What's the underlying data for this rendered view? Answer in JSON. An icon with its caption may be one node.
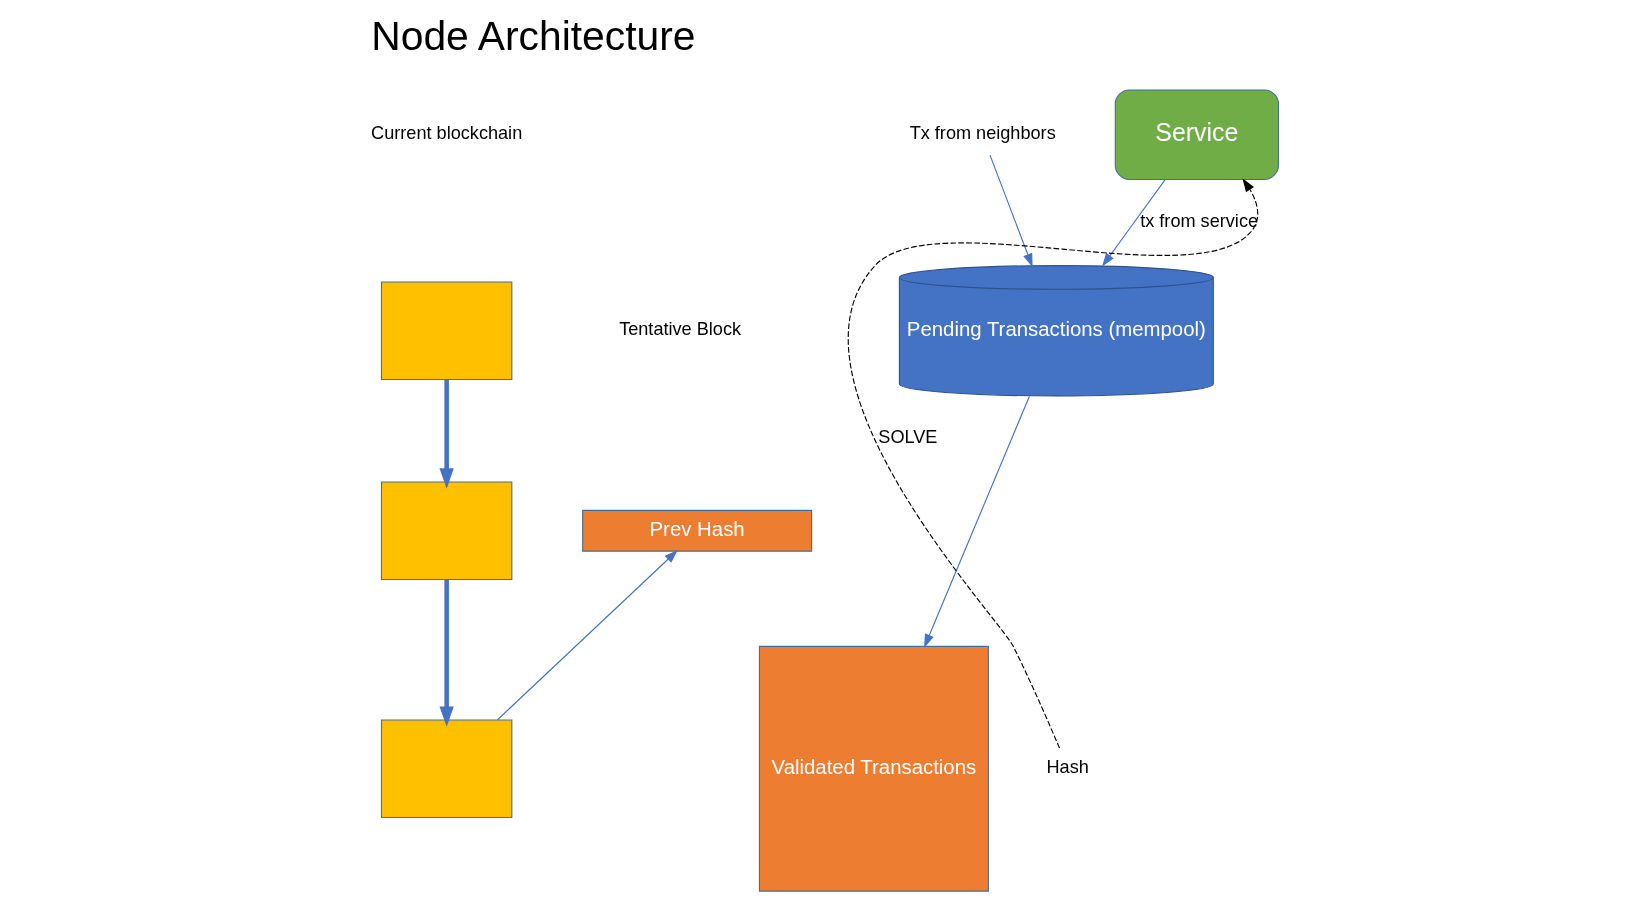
{
  "diagram": {
    "title": "Node Architecture",
    "nodes": [
      {
        "text": [
          "Tx from neighbors"
        ]
      },
      {
        "text": [
          "Service"
        ]
      },
      {
        "text": [
          "Pending Transactions (mempool)"
        ]
      },
      {
        "text": [
          "Prev Hash"
        ]
      },
      {
        "text": [
          "Validated Transactions"
        ]
      },
      {
        "text": [],
        "shape": "box"
      },
      {
        "text": [],
        "shape": "box"
      },
      {
        "text": [],
        "shape": "box"
      },
      {
        "text": [
          "Hash"
        ]
      }
    ],
    "edges": [
      {
        "from": 0,
        "to": 2,
        "arrow": "to"
      },
      {
        "from": 1,
        "to": 2,
        "arrow": "to",
        "label": "tx from service"
      },
      {
        "from": 2,
        "to": 4,
        "arrow": "to"
      },
      {
        "from": 7,
        "to": 3,
        "arrow": "to"
      },
      {
        "from": 5,
        "to": 6,
        "arrow": "to",
        "style": "thick"
      },
      {
        "from": 6,
        "to": 7,
        "arrow": "to",
        "style": "thick"
      },
      {
        "from": 8,
        "to": 1,
        "arrow": "to",
        "label": "SOLVE",
        "style": "dashed",
        "color": "#000000"
      }
    ],
    "labels": [
      "Current blockchain",
      "Tentative Block"
    ]
  }
}
